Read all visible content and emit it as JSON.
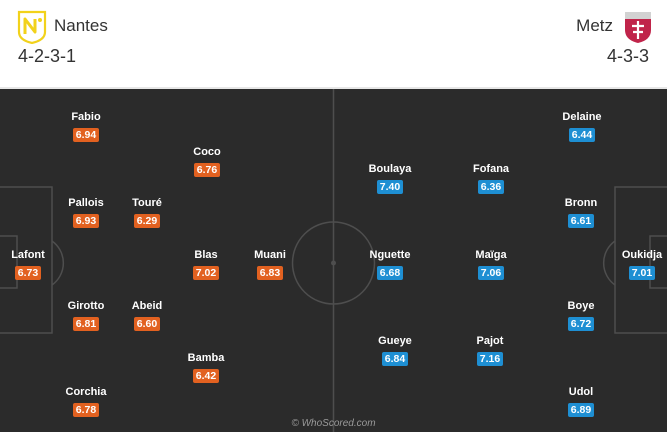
{
  "home": {
    "name": "Nantes",
    "formation": "4-2-3-1",
    "logo_icon": "nantes-crest-icon",
    "rating_color": "#e26120",
    "players": [
      {
        "name": "Fabio",
        "rating": "6.94"
      },
      {
        "name": "Coco",
        "rating": "6.76"
      },
      {
        "name": "Pallois",
        "rating": "6.93"
      },
      {
        "name": "Touré",
        "rating": "6.29"
      },
      {
        "name": "Lafont",
        "rating": "6.73"
      },
      {
        "name": "Blas",
        "rating": "7.02"
      },
      {
        "name": "Muani",
        "rating": "6.83"
      },
      {
        "name": "Girotto",
        "rating": "6.81"
      },
      {
        "name": "Abeid",
        "rating": "6.60"
      },
      {
        "name": "Bamba",
        "rating": "6.42"
      },
      {
        "name": "Corchia",
        "rating": "6.78"
      }
    ]
  },
  "away": {
    "name": "Metz",
    "formation": "4-3-3",
    "logo_icon": "metz-crest-icon",
    "rating_color": "#1e8fd3",
    "players": [
      {
        "name": "Delaine",
        "rating": "6.44"
      },
      {
        "name": "Boulaya",
        "rating": "7.40"
      },
      {
        "name": "Fofana",
        "rating": "6.36"
      },
      {
        "name": "Bronn",
        "rating": "6.61"
      },
      {
        "name": "Nguette",
        "rating": "6.68"
      },
      {
        "name": "Maïga",
        "rating": "7.06"
      },
      {
        "name": "Oukidja",
        "rating": "7.01"
      },
      {
        "name": "Boye",
        "rating": "6.72"
      },
      {
        "name": "Gueye",
        "rating": "6.84"
      },
      {
        "name": "Pajot",
        "rating": "7.16"
      },
      {
        "name": "Udol",
        "rating": "6.89"
      }
    ]
  },
  "watermark": "© WhoScored.com"
}
